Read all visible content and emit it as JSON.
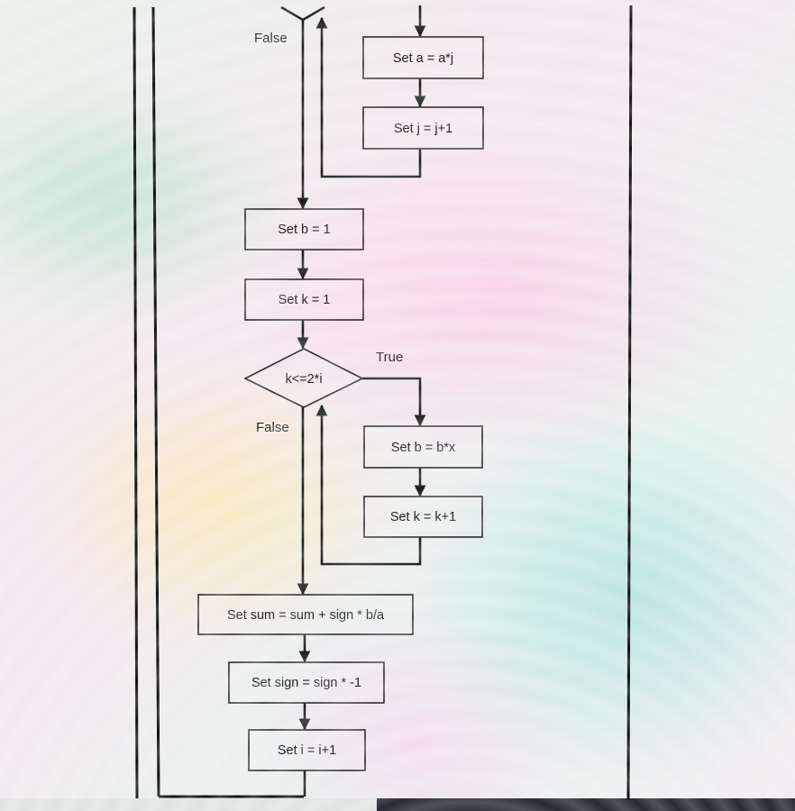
{
  "nodes": {
    "set_a": "Set a = a*j",
    "set_j": "Set j = j+1",
    "set_b1": "Set b = 1",
    "set_k1": "Set k = 1",
    "decision_k": "k<=2*i",
    "set_bx": "Set b = b*x",
    "set_kk": "Set k = k+1",
    "set_sum": "Set sum = sum + sign * b/a",
    "set_sign": "Set sign = sign * -1",
    "set_i": "Set i = i+1"
  },
  "labels": {
    "false_top": "False",
    "true_k": "True",
    "false_k": "False"
  },
  "colors": {
    "line": "#1e1e1e",
    "box_stroke": "#2b2b2b"
  }
}
